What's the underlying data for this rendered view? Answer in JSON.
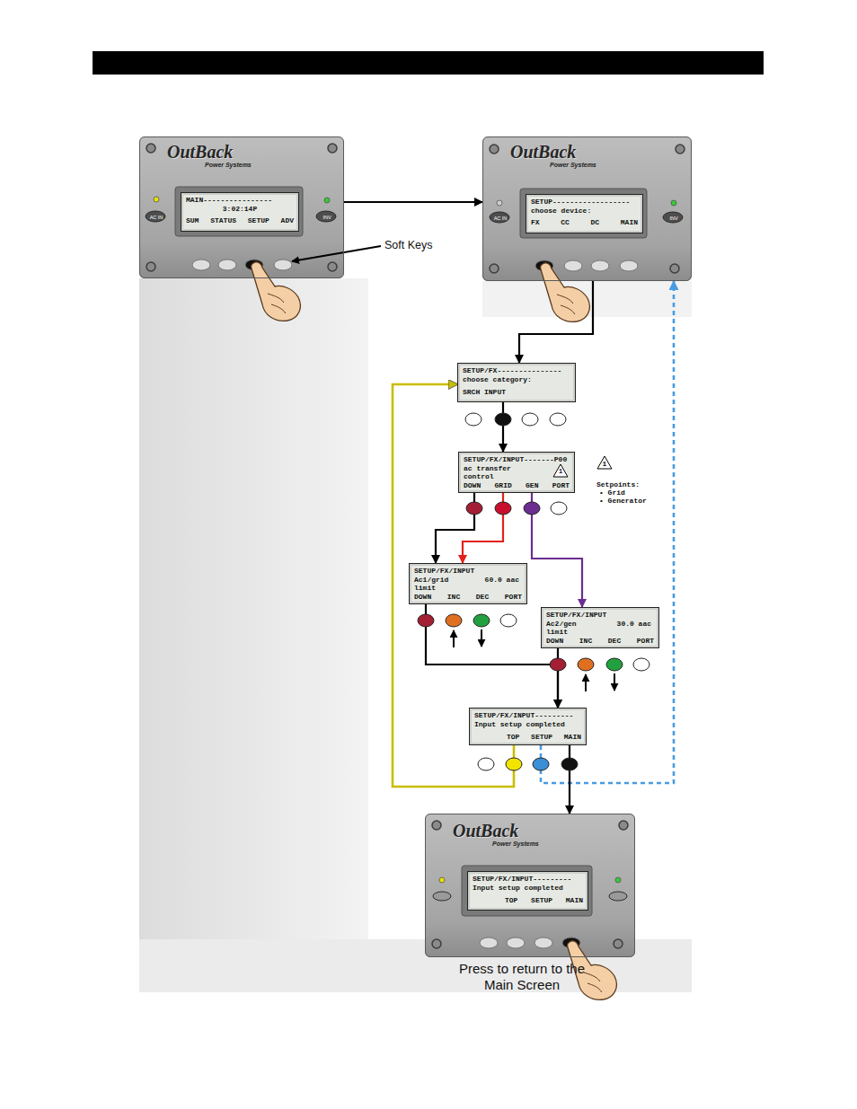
{
  "diagram": {
    "nodes": [
      {
        "text": [
          "OutBack",
          "Power Systems",
          "AC IN",
          "INV"
        ]
      },
      {
        "text": [
          "MAIN----------------",
          "3:02:14P",
          "SUM STATUS SETUP ADV"
        ],
        "in": 0
      },
      {
        "text": [
          "OutBack",
          "Power Systems",
          "AC IN",
          "INV"
        ]
      },
      {
        "text": [
          "SETUP------------------",
          "choose device:",
          "FX CC DC MAIN"
        ],
        "in": 2
      },
      {
        "text": [
          "SETUP/FX---------------",
          "choose category:",
          "SRCH INPUT"
        ]
      },
      {
        "text": [
          "SETUP/FX/INPUT-------P00",
          "ac transfer control",
          "DOWN GRID GEN PORT",
          "1"
        ]
      },
      {
        "text": [
          "SETUP/FX/INPUT",
          "Ac1/grid limit",
          "60.0 aac",
          "DOWN INC DEC PORT"
        ]
      },
      {
        "text": [
          "SETUP/FX/INPUT",
          "Ac2/gen limit",
          "30.0 aac",
          "DOWN INC DEC PORT"
        ]
      },
      {
        "text": [
          "SETUP/FX/INPUT---------",
          "Input setup completed",
          "TOP SETUP MAIN"
        ]
      },
      {
        "text": [
          "OutBack",
          "Power Systems"
        ]
      },
      {
        "text": [
          "SETUP/FX/INPUT---------",
          "Input setup completed",
          "TOP SETUP MAIN"
        ],
        "in": 9
      }
    ],
    "edges": [
      {
        "from": 0,
        "to": 2,
        "arrow": "to"
      },
      {
        "from": 2,
        "to": 4,
        "arrow": "to"
      },
      {
        "from": 4,
        "to": 5,
        "arrow": "to"
      },
      {
        "from": 5,
        "to": 6,
        "arrow": "to"
      },
      {
        "from": 5,
        "to": 6,
        "arrow": "to"
      },
      {
        "from": 5,
        "to": 7,
        "arrow": "to"
      },
      {
        "from": 6,
        "to": 8,
        "arrow": "to"
      },
      {
        "from": 7,
        "to": 8,
        "arrow": "to"
      },
      {
        "from": 8,
        "to": 4,
        "arrow": "to"
      },
      {
        "from": 8,
        "to": 2,
        "arrow": "to"
      },
      {
        "from": 8,
        "to": 9,
        "arrow": "to"
      }
    ],
    "labels": [
      "Soft Keys",
      "1",
      "Setpoints:",
      "• Grid",
      "• Generator",
      "Press to return to the Main Screen"
    ]
  }
}
